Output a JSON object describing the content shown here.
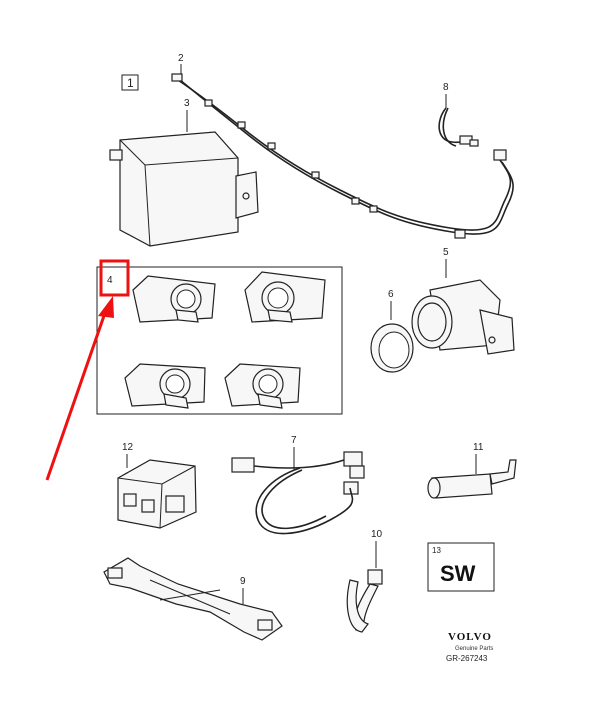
{
  "diagram": {
    "box_label": "1",
    "callouts": [
      "2",
      "3",
      "8",
      "5",
      "6",
      "4",
      "12",
      "7",
      "11",
      "10",
      "13",
      "9"
    ],
    "sw_label": "SW",
    "brand": "VOLVO",
    "brand_sub": "Genuine Parts",
    "ref_code": "GR-267243",
    "highlight_color": "#ee1111"
  }
}
